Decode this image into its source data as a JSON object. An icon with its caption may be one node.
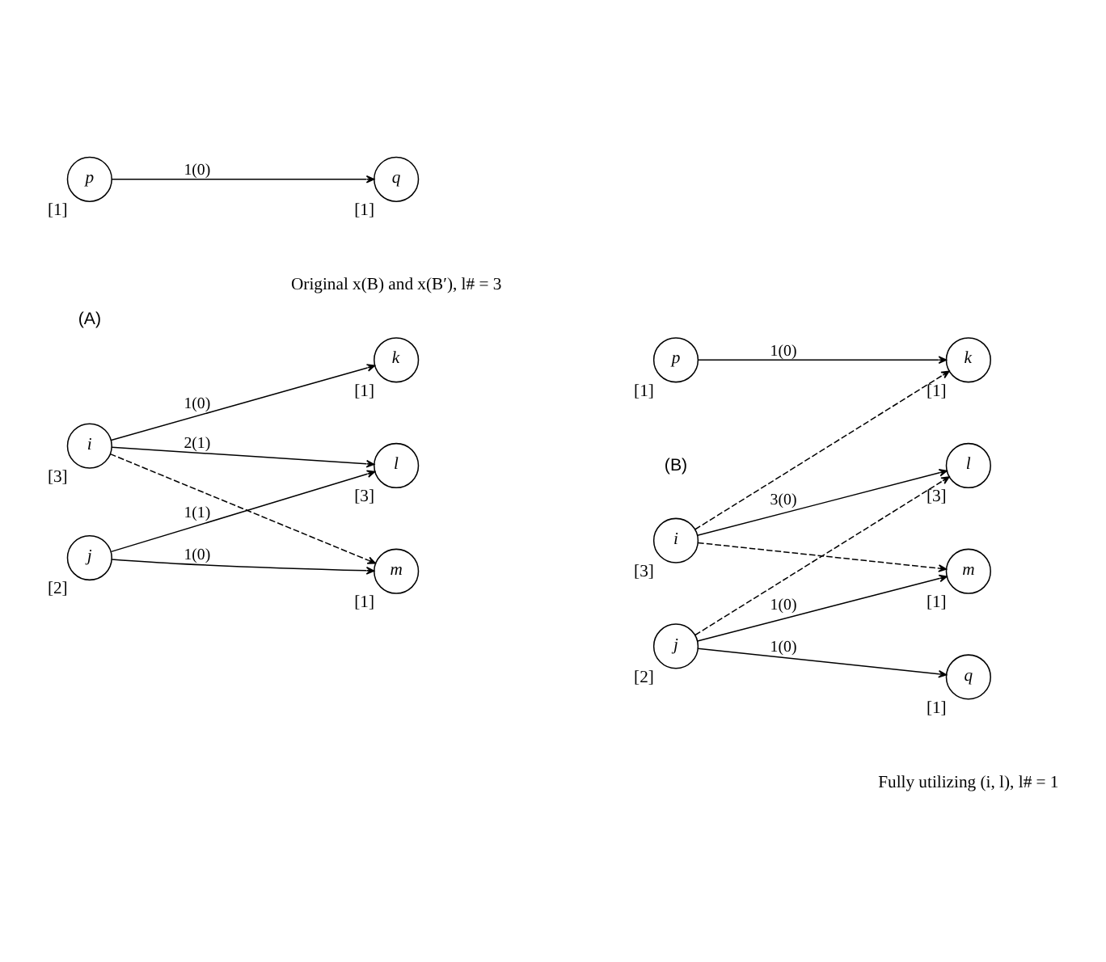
{
  "diagram": {
    "nodes": [
      {
        "text": [
          "p"
        ],
        "beside": [
          "[1]"
        ]
      },
      {
        "text": [
          "i"
        ],
        "beside": [
          "[3]"
        ]
      },
      {
        "text": [
          "j"
        ],
        "beside": [
          "[2]"
        ]
      },
      {
        "text": [
          "k"
        ],
        "beside": [
          "[1]"
        ]
      },
      {
        "text": [
          "l"
        ],
        "beside": [
          "[3]"
        ]
      },
      {
        "text": [
          "m"
        ],
        "beside": [
          "[1]"
        ]
      },
      {
        "text": [
          "q"
        ],
        "beside": [
          "[1]"
        ]
      },
      {
        "text": [
          "p"
        ],
        "beside": [
          "[1]"
        ]
      },
      {
        "text": [
          "i"
        ],
        "beside": [
          "[3]"
        ]
      },
      {
        "text": [
          "j"
        ],
        "beside": [
          "[2]"
        ]
      },
      {
        "text": [
          "k"
        ],
        "beside": [
          "[1]"
        ]
      },
      {
        "text": [
          "l"
        ],
        "beside": [
          "[3]"
        ]
      },
      {
        "text": [
          "m"
        ],
        "beside": [
          "[1]"
        ]
      },
      {
        "text": [
          "q"
        ],
        "beside": [
          "[1]"
        ]
      }
    ],
    "edges": [
      {
        "from": 0,
        "to": 6,
        "arrow": "to",
        "label": "1(0)"
      },
      {
        "from": 1,
        "to": 3,
        "arrow": "to",
        "label": "1(0)"
      },
      {
        "from": 1,
        "to": 4,
        "arrow": "to",
        "label": "2(1)"
      },
      {
        "from": 1,
        "to": 5,
        "arrow": "to",
        "style": "dashed"
      },
      {
        "from": 2,
        "to": 4,
        "arrow": "to",
        "label": "1(1)"
      },
      {
        "from": 2,
        "to": 5,
        "arrow": "to",
        "label": "1(0)"
      },
      {
        "from": 7,
        "to": 10,
        "arrow": "to",
        "label": "1(0)"
      },
      {
        "from": 8,
        "to": 10,
        "arrow": "to",
        "style": "dashed"
      },
      {
        "from": 8,
        "to": 11,
        "arrow": "to",
        "label": "3(0)"
      },
      {
        "from": 8,
        "to": 12,
        "arrow": "to",
        "style": "dashed"
      },
      {
        "from": 9,
        "to": 11,
        "arrow": "to",
        "style": "dashed"
      },
      {
        "from": 9,
        "to": 12,
        "arrow": "to",
        "label": "1(0)"
      },
      {
        "from": 9,
        "to": 13,
        "arrow": "to",
        "label": "1(0)"
      }
    ],
    "labels": [
      "(A)",
      "(B)",
      "Original x(B) and x(B′), l# = 3",
      "Fully utilizing (i, l), l# = 1"
    ]
  }
}
